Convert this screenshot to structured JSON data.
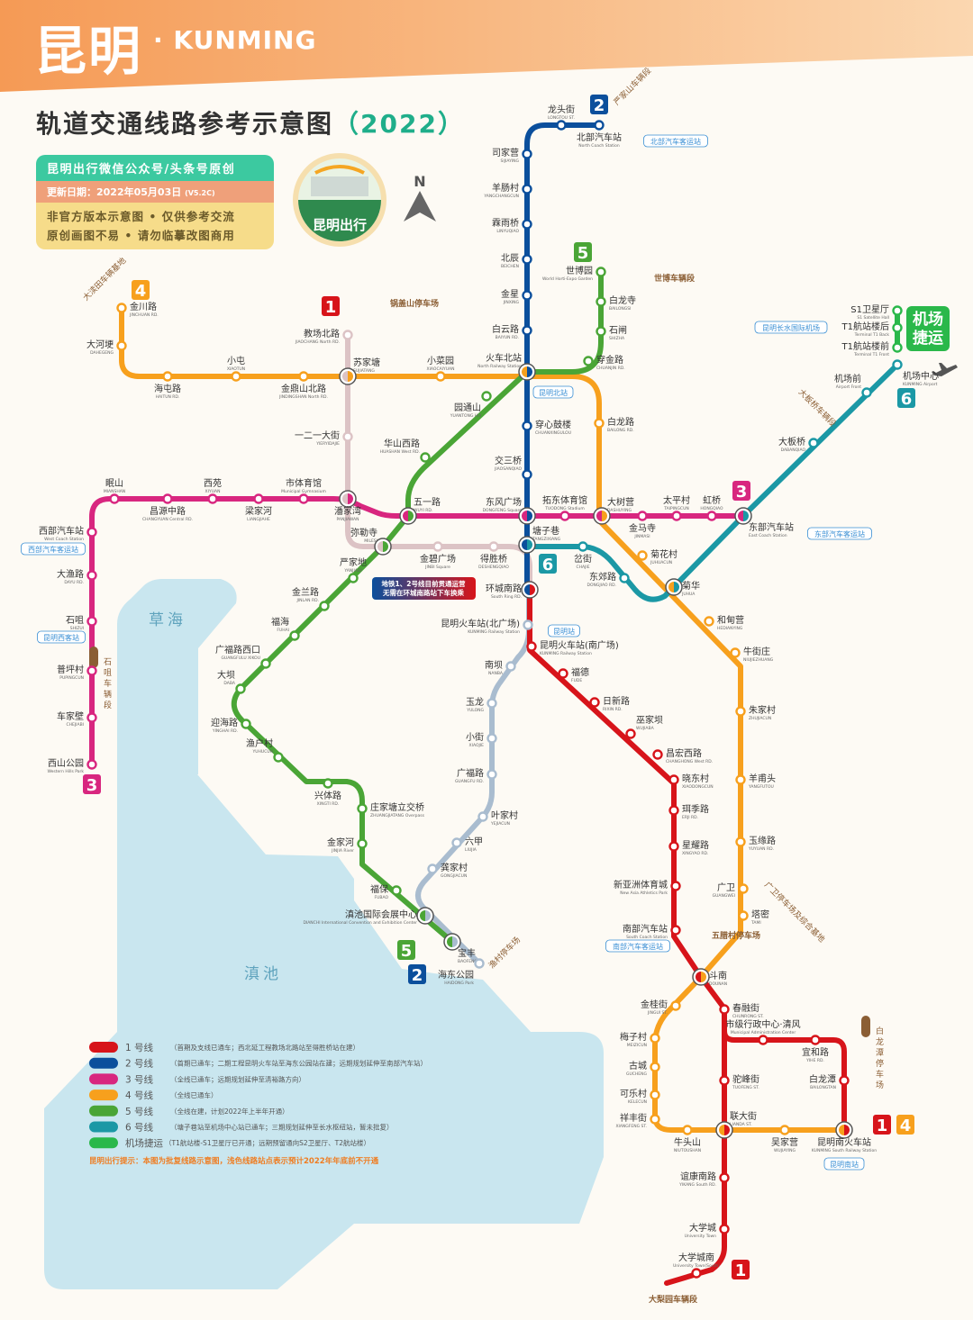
{
  "header": {
    "city_zh": "昆明",
    "city_en": "· KUNMING",
    "title": "轨道交通线路参考示意图",
    "year": "（2022）"
  },
  "info": {
    "source": "昆明出行微信公众号/头条号原创",
    "updated": "更新日期：2022年05月03日",
    "version": "(V5.2C)",
    "note1": "非官方版本示意图 • 仅供参考交流",
    "note2": "原创画图不易 • 请勿临摹改图商用"
  },
  "logo": {
    "text": "昆明出行"
  },
  "compass": {
    "label": "N"
  },
  "colors": {
    "accent_header": "#f5a05a",
    "lake": "#c9e6ef",
    "depot": "#8b5e34",
    "rail_label": "#3a8fd4"
  },
  "lines": [
    {
      "id": "1",
      "color": "#d7141a",
      "legend": "1 号线",
      "note": "（首期及支线已通车；西北延工程教场北路站至得胜桥站在建）"
    },
    {
      "id": "2",
      "color": "#0b4f9c",
      "legend": "2 号线",
      "note": "（首期已通车；二期工程昆明火车站至海东公园站在建；远期规划延伸至南部汽车站）"
    },
    {
      "id": "3",
      "color": "#d8267f",
      "legend": "3 号线",
      "note": "（全线已通车；远期规划延伸至清裕路方向）"
    },
    {
      "id": "4",
      "color": "#f7a01d",
      "legend": "4 号线",
      "note": "（全线已通车）"
    },
    {
      "id": "5",
      "color": "#4aa536",
      "legend": "5 号线",
      "note": "（全线在建，计划2022年上半年开通）"
    },
    {
      "id": "6",
      "color": "#1b98a5",
      "legend": "6 号线",
      "note": "（塘子巷站至机场中心站已通车；三期规划延伸至长水枢纽站，暂未批复）"
    },
    {
      "id": "机场捷运",
      "color": "#2ab84a",
      "legend": "机场捷运",
      "note": "（T1航站楼-S1卫星厅已开通；远期预留通向S2卫星厅、T2航站楼）"
    }
  ],
  "planned_colors": {
    "line1_ext": "#dcc3c5",
    "line2_ext": "#a9bccf"
  },
  "legend_tip": "昆明出行提示：本图为批复线路示意图，浅色线路站点表示预计2022年年底前不开通",
  "airport_express_badge": "机场\n捷运",
  "stations": [
    {
      "zh": "教场北路",
      "en": "JIAOCHANG North RD."
    },
    {
      "zh": "苏家塘",
      "en": "SUJIATANG"
    },
    {
      "zh": "一二一大街",
      "en": "YIERYIDAJIE"
    },
    {
      "zh": "潘家湾",
      "en": "PANJIAWAN"
    },
    {
      "zh": "弥勒寺",
      "en": "MILESI"
    },
    {
      "zh": "金碧广场",
      "en": "JINBI Square"
    },
    {
      "zh": "得胜桥",
      "en": "DESHENGQIAO"
    },
    {
      "zh": "环城南路",
      "en": "South Ring RD."
    },
    {
      "zh": "昆明火车站(南广场)",
      "en": "KUNMING Railway Station"
    },
    {
      "zh": "福德",
      "en": "FUDE"
    },
    {
      "zh": "日新路",
      "en": "RIXIN RD."
    },
    {
      "zh": "巫家坝",
      "en": "WUJIABA"
    },
    {
      "zh": "昌宏西路",
      "en": "CHANGHONG West RD."
    },
    {
      "zh": "晓东村",
      "en": "XIAODONGCUN"
    },
    {
      "zh": "珥季路",
      "en": "ERJI RD."
    },
    {
      "zh": "星耀路",
      "en": "XINGYAO RD."
    },
    {
      "zh": "新亚洲体育城",
      "en": "New Asia Athletics Park"
    },
    {
      "zh": "南部汽车站",
      "en": "South Coach Station"
    },
    {
      "zh": "斗南",
      "en": "DOUNAN"
    },
    {
      "zh": "春融街",
      "en": "CHUNRONG ST."
    },
    {
      "zh": "市级行政中心·清风",
      "en": "Municipal Administration Center"
    },
    {
      "zh": "宜和路",
      "en": "YIHE RD."
    },
    {
      "zh": "白龙潭",
      "en": "BAILONGTAN"
    },
    {
      "zh": "昆明南火车站",
      "en": "KUNMING South Railway Station"
    },
    {
      "zh": "驼峰街",
      "en": "TUOFENG ST."
    },
    {
      "zh": "联大街",
      "en": "LIANDA ST."
    },
    {
      "zh": "谊康南路",
      "en": "YIKANG South RD."
    },
    {
      "zh": "大学城",
      "en": "University Town"
    },
    {
      "zh": "大学城南",
      "en": "University Town(South)"
    },
    {
      "zh": "北部汽车站",
      "en": "North Coach Station"
    },
    {
      "zh": "龙头街",
      "en": "LONGTOU ST."
    },
    {
      "zh": "司家营",
      "en": "SIJIAYING"
    },
    {
      "zh": "羊肠村",
      "en": "YANGCHANGCUN"
    },
    {
      "zh": "霖雨桥",
      "en": "LINYUQIAO"
    },
    {
      "zh": "北辰",
      "en": "BEICHEN"
    },
    {
      "zh": "金星",
      "en": "JINXING"
    },
    {
      "zh": "白云路",
      "en": "BAIYUN RD."
    },
    {
      "zh": "火车北站",
      "en": "North Railway Station"
    },
    {
      "zh": "穿心鼓楼",
      "en": "CHUANXINGULOU"
    },
    {
      "zh": "交三桥",
      "en": "JIAOSANQIAO"
    },
    {
      "zh": "东风广场",
      "en": "DONGFENG Square"
    },
    {
      "zh": "塘子巷",
      "en": "TANGZIXIANG"
    },
    {
      "zh": "昆明火车站(北广场)",
      "en": "KUNMING Railway Station"
    },
    {
      "zh": "南坝",
      "en": "NANBA"
    },
    {
      "zh": "玉龙",
      "en": "YULONG"
    },
    {
      "zh": "小街",
      "en": "XIAOJIE"
    },
    {
      "zh": "广福路",
      "en": "GUANGFU RD."
    },
    {
      "zh": "叶家村",
      "en": "YEJIACUN"
    },
    {
      "zh": "六甲",
      "en": "LIUJIA"
    },
    {
      "zh": "龚家村",
      "en": "GONGJIACUN"
    },
    {
      "zh": "滇池国际会展中心",
      "en": "DIANCHI International Convention and Exhibition Center"
    },
    {
      "zh": "宝丰",
      "en": "BAOFENG"
    },
    {
      "zh": "海东公园",
      "en": "HAIDONG Park"
    },
    {
      "zh": "西山公园",
      "en": "Western Hills Park"
    },
    {
      "zh": "车家壁",
      "en": "CHEJIABI"
    },
    {
      "zh": "普坪村",
      "en": "PUPINGCUN"
    },
    {
      "zh": "石咀",
      "en": "SHIZUI"
    },
    {
      "zh": "大渔路",
      "en": "DAYU RD."
    },
    {
      "zh": "西部汽车站",
      "en": "West Coach Station"
    },
    {
      "zh": "眠山",
      "en": "MIANSHAN"
    },
    {
      "zh": "昌源中路",
      "en": "CHANGYUAN Central RD."
    },
    {
      "zh": "西苑",
      "en": "XIYUAN"
    },
    {
      "zh": "梁家河",
      "en": "LIANGJIAHE"
    },
    {
      "zh": "市体育馆",
      "en": "Municipal Gymnasium"
    },
    {
      "zh": "五一路",
      "en": "WUYI RD."
    },
    {
      "zh": "拓东体育馆",
      "en": "TUODONG Stadium"
    },
    {
      "zh": "大树营",
      "en": "DASHUYING"
    },
    {
      "zh": "金马寺",
      "en": "JINMASI"
    },
    {
      "zh": "太平村",
      "en": "TAIPINGCUN"
    },
    {
      "zh": "虹桥",
      "en": "HONGQIAO"
    },
    {
      "zh": "东部汽车站",
      "en": "East Coach Station"
    },
    {
      "zh": "金川路",
      "en": "JINCHUAN RD."
    },
    {
      "zh": "大河埂",
      "en": "DAHEGENG"
    },
    {
      "zh": "海屯路",
      "en": "HAITUN RD."
    },
    {
      "zh": "小屯",
      "en": "XIAOTUN"
    },
    {
      "zh": "金鼎山北路",
      "en": "JINDINGSHAN North RD."
    },
    {
      "zh": "小菜园",
      "en": "XIAOCAIYUAN"
    },
    {
      "zh": "白龙路",
      "en": "BAILONG RD."
    },
    {
      "zh": "菊花村",
      "en": "JUHUACUN"
    },
    {
      "zh": "菊华",
      "en": "JUHUA"
    },
    {
      "zh": "和甸营",
      "en": "HEDIANYING"
    },
    {
      "zh": "牛街庄",
      "en": "NIUJIEZHUANG"
    },
    {
      "zh": "朱家村",
      "en": "ZHUJIACUN"
    },
    {
      "zh": "羊甫头",
      "en": "YANGFUTOU"
    },
    {
      "zh": "玉缘路",
      "en": "YUYUAN RD."
    },
    {
      "zh": "广卫",
      "en": "GUANGWEI"
    },
    {
      "zh": "塔密",
      "en": "TAMI"
    },
    {
      "zh": "金桂街",
      "en": "JINGUI ST."
    },
    {
      "zh": "梅子村",
      "en": "MEIZICUN"
    },
    {
      "zh": "古城",
      "en": "GUCHENG"
    },
    {
      "zh": "可乐村",
      "en": "KELECUN"
    },
    {
      "zh": "祥丰街",
      "en": "XIANGFENG ST."
    },
    {
      "zh": "牛头山",
      "en": "NIUTOUSHAN"
    },
    {
      "zh": "吴家营",
      "en": "WUJIAYING"
    },
    {
      "zh": "世博园",
      "en": "World Horti-Expo Garden"
    },
    {
      "zh": "白龙寺",
      "en": "BAILONGSI"
    },
    {
      "zh": "石闸",
      "en": "SHIZHA"
    },
    {
      "zh": "穿金路",
      "en": "CHUANJIN RD."
    },
    {
      "zh": "园通山",
      "en": "YUANTONG Hill"
    },
    {
      "zh": "华山西路",
      "en": "HUASHAN West RD."
    },
    {
      "zh": "严家地",
      "en": "YANJIADI"
    },
    {
      "zh": "金兰路",
      "en": "JINLAN RD."
    },
    {
      "zh": "福海",
      "en": "FUHAI"
    },
    {
      "zh": "广福路西口",
      "en": "GUANGFULU XIKOU"
    },
    {
      "zh": "大坝",
      "en": "DABA"
    },
    {
      "zh": "迎海路",
      "en": "YINGHAI RD."
    },
    {
      "zh": "渔户村",
      "en": "YUHUCUN"
    },
    {
      "zh": "兴体路",
      "en": "XINGTI RD."
    },
    {
      "zh": "庄家塘立交桥",
      "en": "ZHUANGJIATANG Overpass"
    },
    {
      "zh": "金家河",
      "en": "JINJIA River"
    },
    {
      "zh": "福保",
      "en": "FUBAO"
    },
    {
      "zh": "岔街",
      "en": "CHAJIE"
    },
    {
      "zh": "东郊路",
      "en": "DONGJIAO RD."
    },
    {
      "zh": "大板桥",
      "en": "DABANQIAO"
    },
    {
      "zh": "机场前",
      "en": "Airport Front"
    },
    {
      "zh": "机场中心",
      "en": "KUNMING Airport"
    },
    {
      "zh": "S1卫星厅",
      "en": "S1 Satellite Hall"
    },
    {
      "zh": "T1航站楼后",
      "en": "Terminal T1 Back"
    },
    {
      "zh": "T1航站楼前",
      "en": "Terminal T1 Front"
    }
  ],
  "rail_hubs": [
    "北部汽车客运站",
    "昆明北站",
    "昆明长水国际机场",
    "东部汽车客运站",
    "西部汽车客运站",
    "昆明西客站",
    "昆明站",
    "南部汽车客运站",
    "昆明南站"
  ],
  "notice": {
    "line1": "地铁1、2号线目前贯通运营",
    "line2": "无需在环城南路站下车换乘"
  },
  "depots": [
    "严家山车辆段",
    "世博车辆段",
    "大渎田车辆基地",
    "锅盖山停车场",
    "石咀车辆段",
    "大板桥车辆段",
    "渔村停车场",
    "五腊村停车场",
    "广卫停车场及综合基地",
    "白龙潭停车场",
    "大梨园车辆段"
  ],
  "lakes": [
    "草海",
    "滇池"
  ]
}
